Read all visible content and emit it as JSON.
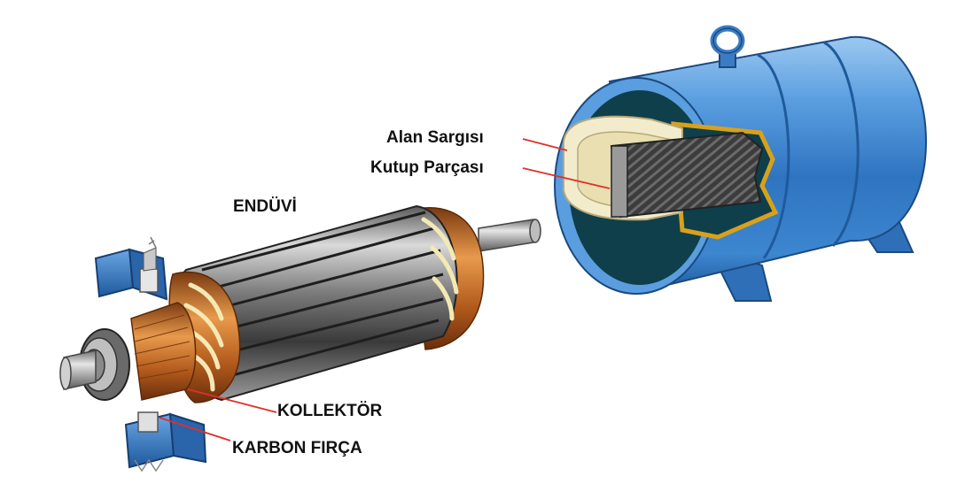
{
  "labels": {
    "field_winding": "Alan Sargısı",
    "pole_piece": "Kutup Parçası",
    "armature": "ENDÜVİ",
    "commutator": "KOLLEKTÖR",
    "carbon_brush": "KARBON FIRÇA"
  },
  "colors": {
    "housing_blue": "#3f86cc",
    "brush_holder_blue": "#2f6fb8",
    "copper": "#c8732e",
    "steel": "#8e8e8e",
    "leader_red": "#e0302a"
  }
}
